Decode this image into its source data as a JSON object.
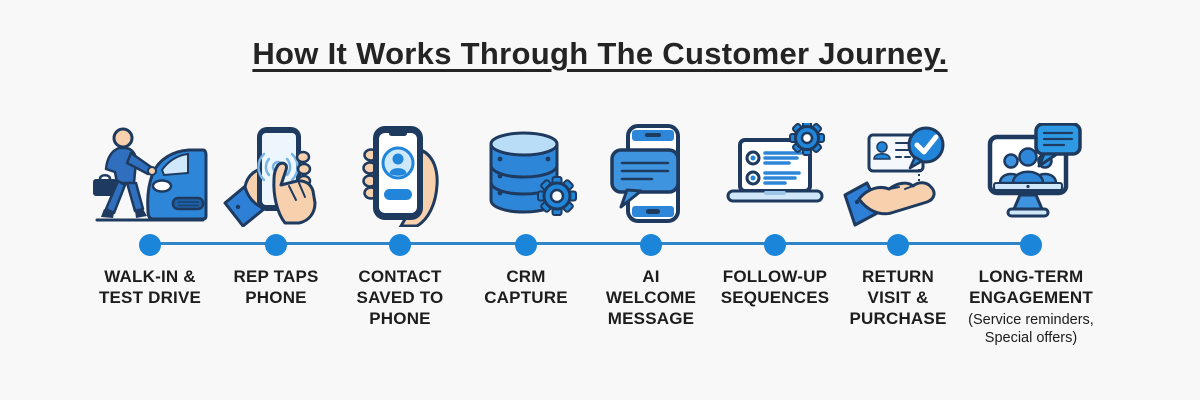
{
  "title": "How It Works Through The Customer Journey.",
  "colors": {
    "background": "#f8f8f9",
    "accent_blue": "#1b86d9",
    "timeline_blue": "#2e86c9",
    "icon_navy_outline": "#1e3a5f",
    "icon_mid_blue": "#2e86d8",
    "icon_light_blue": "#bfdff5",
    "text": "#1d1d1d"
  },
  "steps": [
    {
      "label": "WALK-IN &\nTEST DRIVE",
      "icon": "customer-walks-to-car-icon"
    },
    {
      "label": "REP TAPS\nPHONE",
      "icon": "hand-tapping-phone-icon"
    },
    {
      "label": "CONTACT\nSAVED TO\nPHONE",
      "icon": "phone-contact-card-icon"
    },
    {
      "label": "CRM\nCAPTURE",
      "icon": "database-gear-icon"
    },
    {
      "label": "AI\nWELCOME\nMESSAGE",
      "icon": "phone-chat-message-icon"
    },
    {
      "label": "FOLLOW-UP\nSEQUENCES",
      "icon": "laptop-checklist-gear-icon"
    },
    {
      "label": "RETURN\nVISIT &\nPURCHASE",
      "icon": "hand-id-card-check-icon"
    },
    {
      "label": "LONG-TERM\nENGAGEMENT",
      "subnote": "(Service reminders,\nSpecial offers)",
      "icon": "monitor-audience-chat-icon"
    }
  ]
}
